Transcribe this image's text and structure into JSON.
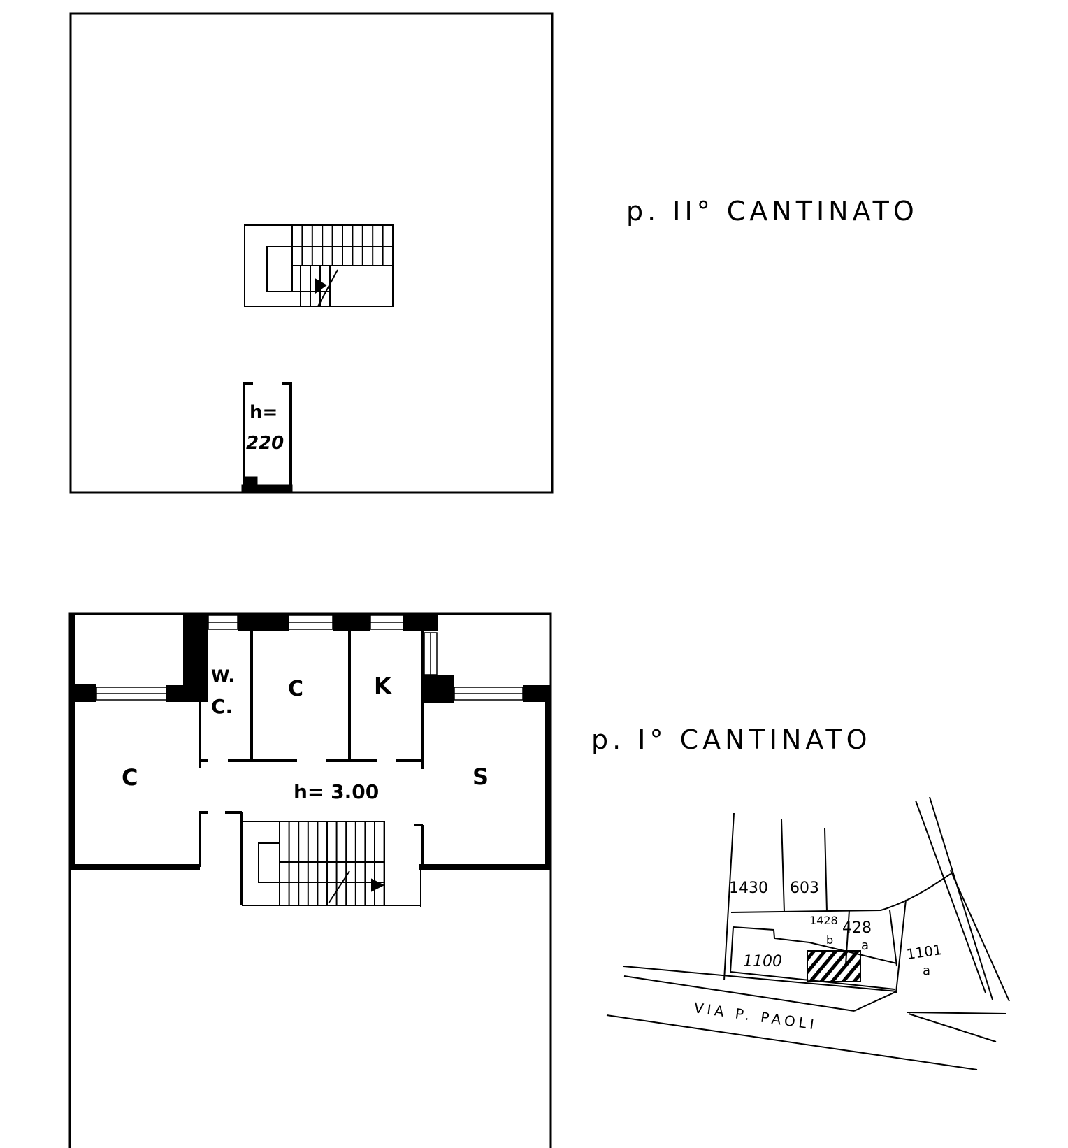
{
  "floor_2": {
    "title": "p. II° CANTINATO",
    "room_height_label": "h=",
    "room_height_value": "220"
  },
  "floor_1": {
    "title": "p. I° CANTINATO",
    "rooms": {
      "wc_1": "W.",
      "wc_2": "C.",
      "cellar_center": "C",
      "kitchen": "K",
      "cellar_left": "C",
      "stair_room": "S"
    },
    "height_label": "h= 3.00"
  },
  "site_plan": {
    "parcels": [
      "1430",
      "603",
      "1428",
      "b",
      "428",
      "a",
      "1100",
      "1101",
      "a"
    ],
    "street": "VIA P. PAOLI"
  }
}
